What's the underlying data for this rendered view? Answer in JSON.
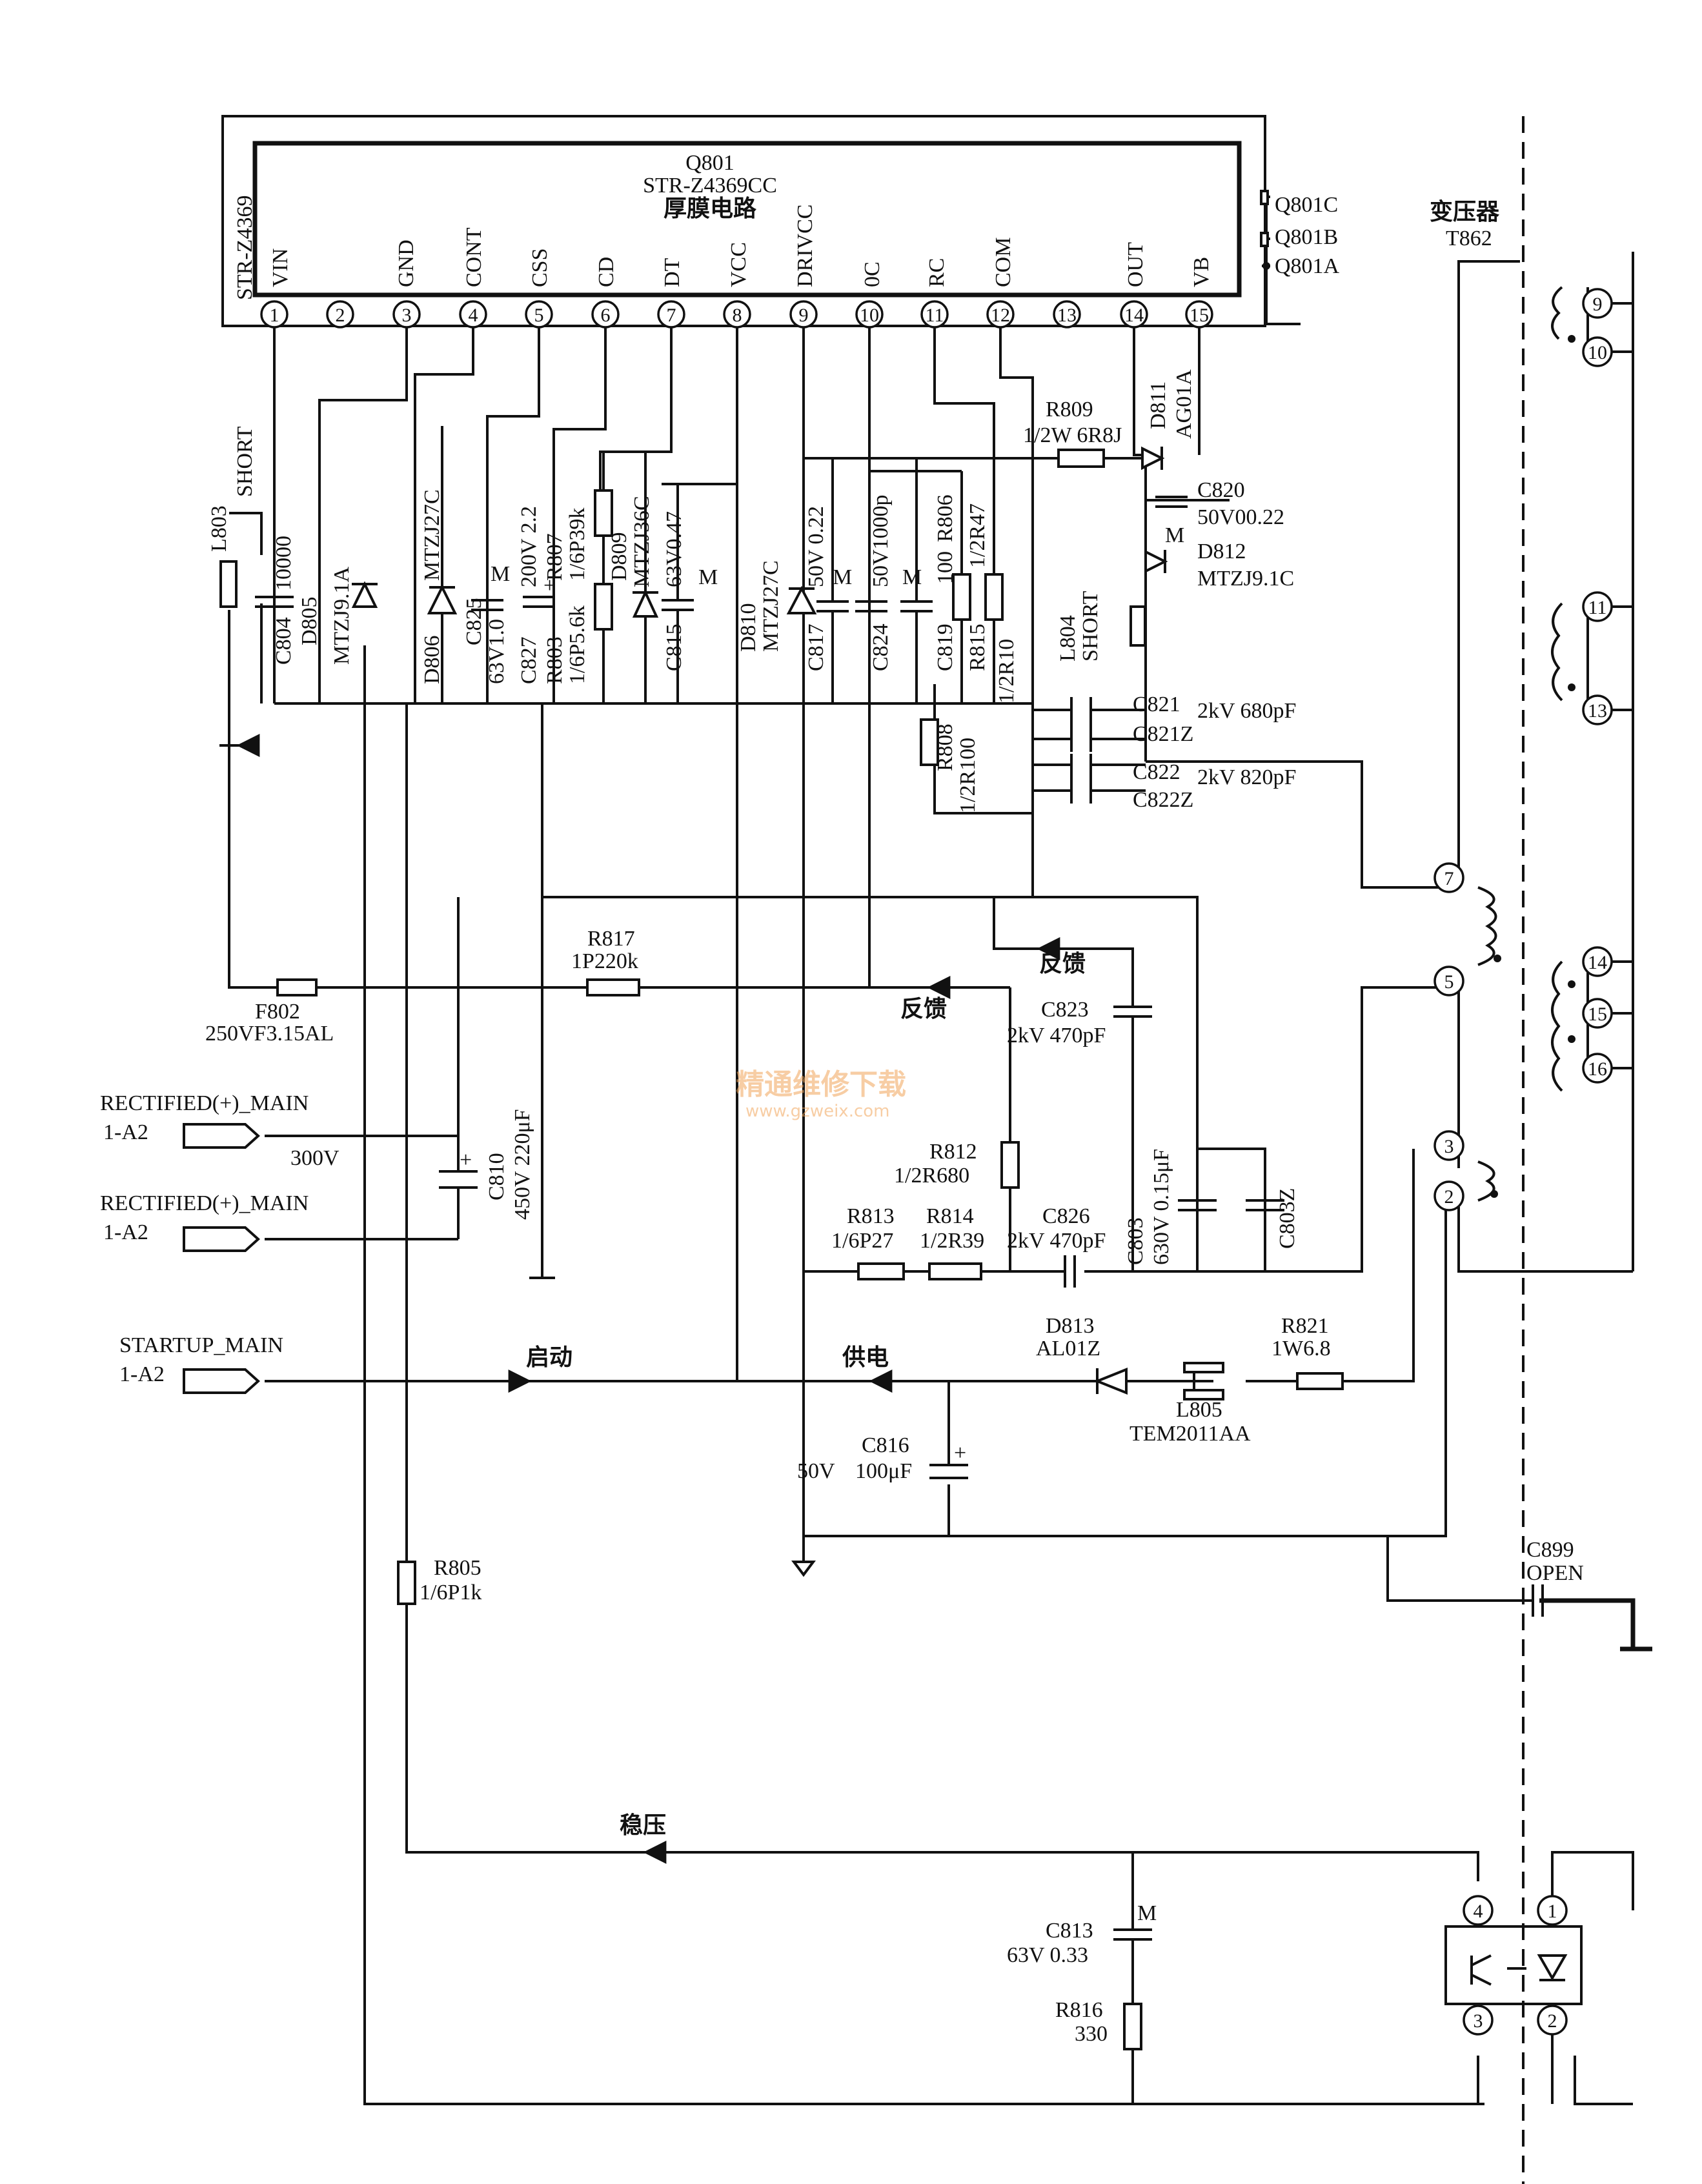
{
  "ic": {
    "side_label": "STR-Z4369",
    "ref": "Q801",
    "part": "STR-Z4369CC",
    "name": "厚膜电路",
    "pins": [
      {
        "num": "1",
        "name": "VIN"
      },
      {
        "num": "2",
        "name": ""
      },
      {
        "num": "3",
        "name": "GND"
      },
      {
        "num": "4",
        "name": "CONT"
      },
      {
        "num": "5",
        "name": "CSS"
      },
      {
        "num": "6",
        "name": "CD"
      },
      {
        "num": "7",
        "name": "DT"
      },
      {
        "num": "8",
        "name": "VCC"
      },
      {
        "num": "9",
        "name": "DRIVCC"
      },
      {
        "num": "10",
        "name": "0C"
      },
      {
        "num": "11",
        "name": "RC"
      },
      {
        "num": "12",
        "name": "COM"
      },
      {
        "num": "13",
        "name": ""
      },
      {
        "num": "14",
        "name": "OUT"
      },
      {
        "num": "15",
        "name": "VB"
      }
    ],
    "sub_units": [
      "Q801C",
      "Q801B",
      "Q801A"
    ]
  },
  "transformer": {
    "title": "变压器",
    "ref": "T862",
    "pins": [
      "9",
      "10",
      "11",
      "13",
      "7",
      "5",
      "14",
      "15",
      "16",
      "3",
      "2"
    ]
  },
  "components": {
    "l803": [
      "L803",
      "SHORT"
    ],
    "c804": [
      "C804",
      "10000"
    ],
    "d805": [
      "D805",
      "MTZJ9.1A"
    ],
    "d806": [
      "D806",
      "MTZJ27C"
    ],
    "c825": [
      "C825",
      "63V1.0"
    ],
    "c827": [
      "C827",
      "200V 2.2"
    ],
    "r807": [
      "R807",
      "1/6P39k"
    ],
    "r803": [
      "R803",
      "1/6P5.6k"
    ],
    "d809": [
      "D809",
      "MTZJ36C"
    ],
    "c815": [
      "C815",
      "63V0.47"
    ],
    "d810": [
      "D810",
      "MTZJ27C"
    ],
    "c817": [
      "C817",
      "50V 0.22"
    ],
    "c824": [
      "C824",
      "50V1000p"
    ],
    "c819": [
      "C819",
      "100"
    ],
    "r806": [
      "R806",
      "1/2R47"
    ],
    "r815": [
      "R815",
      "1/2R10"
    ],
    "r808": [
      "R808",
      "1/2R100"
    ],
    "r809": [
      "R809",
      "1/2W 6R8J"
    ],
    "d811": [
      "D811",
      "AG01A"
    ],
    "c820": [
      "C820",
      "50V00.22"
    ],
    "d812": [
      "D812",
      "MTZJ9.1C"
    ],
    "l804": [
      "L804",
      "SHORT"
    ],
    "c821": [
      "C821",
      "2kV 680pF",
      "C821Z"
    ],
    "c822": [
      "C822",
      "2kV 820pF",
      "C822Z"
    ],
    "f802": [
      "F802",
      "250VF3.15AL"
    ],
    "r817": [
      "R817",
      "1P220k"
    ],
    "c823": [
      "C823",
      "2kV 470pF"
    ],
    "c810": [
      "C810",
      "450V 220μF"
    ],
    "r812": [
      "R812",
      "1/2R680"
    ],
    "c803": [
      "C803",
      "630V 0.15μF",
      "C803Z"
    ],
    "r813": [
      "R813",
      "1/6P27"
    ],
    "r814": [
      "R814",
      "1/2R39"
    ],
    "c826": [
      "C826",
      "2kV 470pF"
    ],
    "d813": [
      "D813",
      "AL01Z"
    ],
    "r821": [
      "R821",
      "1W6.8"
    ],
    "l805": [
      "L805",
      "TEM2011AA"
    ],
    "c816": [
      "C816",
      "50V",
      "100μF"
    ],
    "c899": [
      "C899",
      "OPEN"
    ],
    "r805": [
      "R805",
      "1/6P1k"
    ],
    "c813": [
      "C813",
      "63V 0.33"
    ],
    "r816": [
      "R816",
      "330"
    ]
  },
  "marks": {
    "m": "M",
    "plus": "+"
  },
  "connectors": [
    {
      "name": "RECTIFIED(+)_MAIN",
      "ref": "1-A2",
      "voltage": "300V"
    },
    {
      "name": "RECTIFIED(+)_MAIN",
      "ref": "1-A2"
    },
    {
      "name": "STARTUP_MAIN",
      "ref": "1-A2"
    }
  ],
  "signals": {
    "feedback": "反馈",
    "startup": "启动",
    "supply": "供电",
    "regulation": "稳压"
  },
  "optocoupler": {
    "pins": [
      "4",
      "1",
      "3",
      "2"
    ]
  },
  "watermark": {
    "title": "精通维修下载",
    "url": "www.gzweix.com"
  }
}
